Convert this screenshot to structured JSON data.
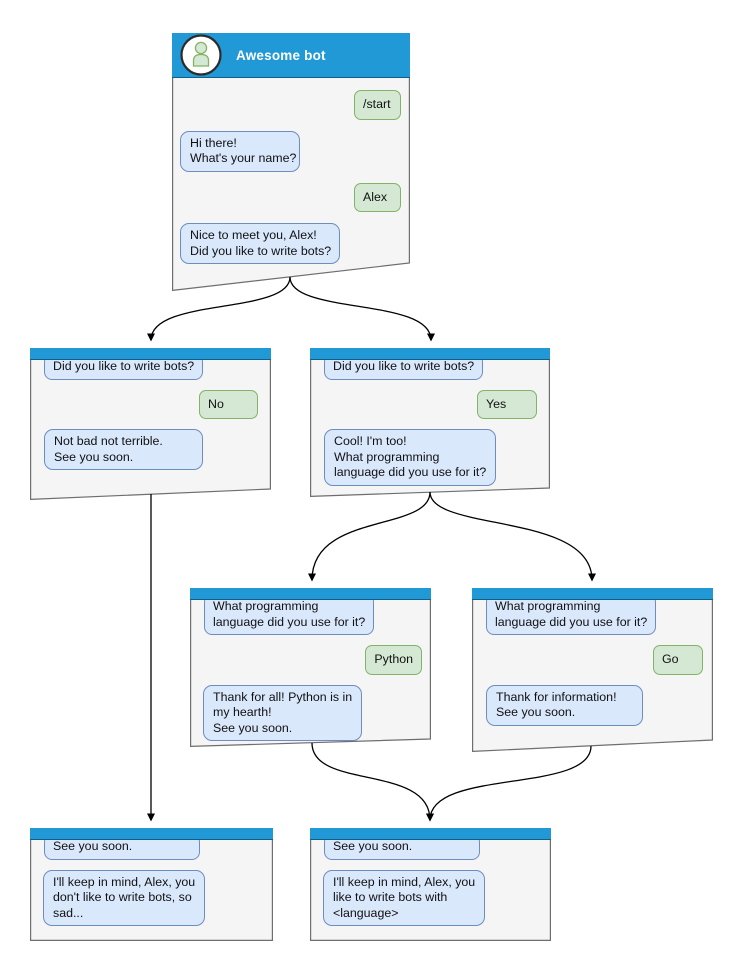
{
  "colors": {
    "header_blue": "#2199d6",
    "window_fill": "#f5f5f5",
    "window_border": "#6e6e6e",
    "bot_fill": "#dae8fc",
    "bot_border": "#6c8ebf",
    "user_fill": "#d5e8d4",
    "user_border": "#82b366",
    "arrow": "#000000"
  },
  "windows": {
    "main": {
      "title": "Awesome bot",
      "avatar_icon": "person-icon",
      "messages": [
        {
          "from": "user",
          "text": "/start"
        },
        {
          "from": "bot",
          "text": "Hi there!\nWhat's your name?"
        },
        {
          "from": "user",
          "text": "Alex"
        },
        {
          "from": "bot",
          "text": "Nice to meet you, Alex!\nDid you like to write bots?"
        }
      ]
    },
    "no_branch": {
      "messages": [
        {
          "from": "bot",
          "quote": true,
          "text": "Did you like to write bots?"
        },
        {
          "from": "user",
          "text": "No"
        },
        {
          "from": "bot",
          "text": "Not bad not terrible.\nSee you soon."
        }
      ]
    },
    "yes_branch": {
      "messages": [
        {
          "from": "bot",
          "quote": true,
          "text": "Did you like to write bots?"
        },
        {
          "from": "user",
          "text": "Yes"
        },
        {
          "from": "bot",
          "text": "Cool! I'm too!\nWhat programming\nlanguage did you use for it?"
        }
      ]
    },
    "python_branch": {
      "messages": [
        {
          "from": "bot",
          "quote": true,
          "text": "What programming\nlanguage did you use for it?"
        },
        {
          "from": "user",
          "text": "Python"
        },
        {
          "from": "bot",
          "text": "Thank for all! Python is in\nmy hearth!\nSee you soon."
        }
      ]
    },
    "go_branch": {
      "messages": [
        {
          "from": "bot",
          "quote": true,
          "text": "What programming\nlanguage did you use for it?"
        },
        {
          "from": "user",
          "text": "Go"
        },
        {
          "from": "bot",
          "text": "Thank for information!\nSee you soon."
        }
      ]
    },
    "end_no": {
      "messages": [
        {
          "from": "bot",
          "quote": true,
          "text": "See you soon."
        },
        {
          "from": "bot",
          "text": "I'll keep in mind, Alex, you\ndon't like to write bots, so\nsad..."
        }
      ]
    },
    "end_yes": {
      "messages": [
        {
          "from": "bot",
          "quote": true,
          "text": "See you soon."
        },
        {
          "from": "bot",
          "text": "I'll keep in mind, Alex, you\nlike to write bots with\n<language>"
        }
      ]
    }
  }
}
